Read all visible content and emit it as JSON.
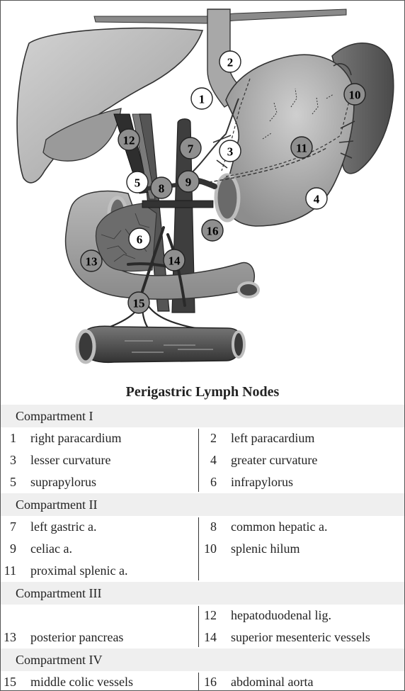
{
  "title": "Perigastric Lymph Nodes",
  "compartments": [
    {
      "name": "Compartment I",
      "rows": [
        [
          {
            "num": "1",
            "label": "right paracardium"
          },
          {
            "num": "2",
            "label": "left paracardium"
          }
        ],
        [
          {
            "num": "3",
            "label": "lesser curvature"
          },
          {
            "num": "4",
            "label": "greater curvature"
          }
        ],
        [
          {
            "num": "5",
            "label": "suprapylorus"
          },
          {
            "num": "6",
            "label": "infrapylorus"
          }
        ]
      ]
    },
    {
      "name": "Compartment II",
      "rows": [
        [
          {
            "num": "7",
            "label": "left gastric a."
          },
          {
            "num": "8",
            "label": "common hepatic a."
          }
        ],
        [
          {
            "num": "9",
            "label": "celiac a."
          },
          {
            "num": "10",
            "label": "splenic hilum"
          }
        ],
        [
          {
            "num": "11",
            "label": "proximal splenic a."
          },
          {
            "num": "",
            "label": ""
          }
        ]
      ]
    },
    {
      "name": "Compartment III",
      "rows": [
        [
          {
            "num": "",
            "label": ""
          },
          {
            "num": "12",
            "label": "hepatoduodenal lig."
          }
        ],
        [
          {
            "num": "13",
            "label": "posterior pancreas"
          },
          {
            "num": "14",
            "label": "superior mesenteric vessels"
          }
        ]
      ]
    },
    {
      "name": "Compartment IV",
      "rows": [
        [
          {
            "num": "15",
            "label": "middle colic vessels"
          },
          {
            "num": "16",
            "label": "abdominal aorta"
          }
        ]
      ]
    }
  ],
  "nodes": [
    {
      "label": "1",
      "style": "white"
    },
    {
      "label": "2",
      "style": "white"
    },
    {
      "label": "3",
      "style": "white"
    },
    {
      "label": "4",
      "style": "white"
    },
    {
      "label": "5",
      "style": "white"
    },
    {
      "label": "6",
      "style": "white"
    },
    {
      "label": "7",
      "style": "gray"
    },
    {
      "label": "8",
      "style": "gray"
    },
    {
      "label": "9",
      "style": "gray"
    },
    {
      "label": "10",
      "style": "gray"
    },
    {
      "label": "11",
      "style": "gray"
    },
    {
      "label": "12",
      "style": "gray"
    },
    {
      "label": "13",
      "style": "gray"
    },
    {
      "label": "14",
      "style": "gray"
    },
    {
      "label": "15",
      "style": "gray"
    },
    {
      "label": "16",
      "style": "gray"
    }
  ],
  "colors": {
    "organ_light": "#bdbdbd",
    "organ_mid": "#9a9a9a",
    "organ_dark": "#5e5e5e",
    "vessel_dark": "#3a3a3a",
    "node_white": "#ffffff",
    "node_gray": "#8f8f8f",
    "header_bg": "#efefef"
  }
}
